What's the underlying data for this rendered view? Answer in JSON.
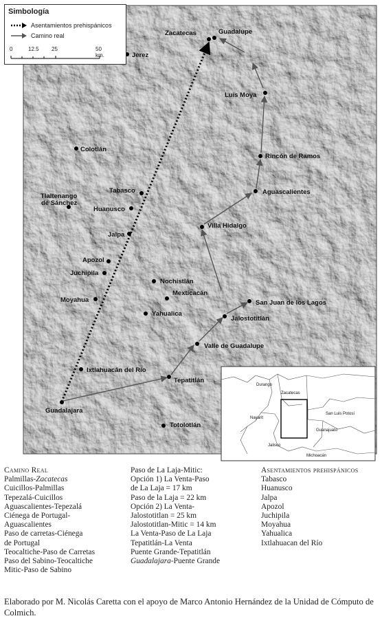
{
  "legend": {
    "title": "Simbología",
    "settlements_label": "Asentamientos prehispánicos",
    "road_label": "Camino real",
    "scale_ticks": [
      "0",
      "12.5",
      "25",
      "50 km."
    ]
  },
  "places": {
    "zacatecas": "Zacatecas",
    "guadalupe": "Guadalupe",
    "jerez": "Jerez",
    "luis_moya": "Luis Moya",
    "colotlan": "Colotlán",
    "rincon": "Rincón de Ramos",
    "tlaltenango_1": "Tlaltenango",
    "tlaltenango_2": "de Sánchez",
    "tabasco": "Tabasco",
    "aguascalientes": "Aguascalientes",
    "huanusco": "Huanusco",
    "villa_hidalgo": "Villa Hidalgo",
    "jalpa": "Jalpa",
    "apozol": "Apozol",
    "juchipila": "Juchipila",
    "nochistlan": "Nochistlán",
    "mexticacan": "Mexticacán",
    "moyahua": "Moyahua",
    "san_juan": "San Juan de los Lagos",
    "yahualica": "Yahualica",
    "jalostotitlan": "Jalostotitlán",
    "valle": "Valle de Guadalupe",
    "ixtlahuacan": "Ixtlahuacán del Río",
    "tepatitlan": "Tepatitlán",
    "guadalajara": "Guadalajara",
    "totolotlan": "Totolotlán"
  },
  "inset": {
    "durango": "Durango",
    "zacatecas": "Zacatecas",
    "nayarit": "Nayarit",
    "san_luis": "San Luis Potosí",
    "guanajuato": "Guanajuato",
    "jalisco": "Jalisco",
    "michoacan": "Michoacán"
  },
  "captions": {
    "col1": {
      "title": "Camino Real",
      "items": [
        "Palmillas-",
        "Cuicillos-Palmillas",
        "Tepezalá-Cuicillos",
        "Aguascalientes-Tepezalá",
        "Ciénega de Portugal-",
        "Aguascalientes",
        "Paso de carretas-Ciénega",
        "de Portugal",
        "Teocaltiche-Paso de Carretas",
        "Paso del Sabino-Teocaltiche",
        "Mitic-Paso de Sabino"
      ],
      "italic_zac": "Zacatecas"
    },
    "col2": {
      "lines": [
        "Paso de La Laja-Mitic:",
        "Opción 1) La Venta-Paso",
        "de La Laja = 17 km",
        "Paso de la Laja = 22 km",
        "Opción 2) La Venta-",
        "Jalostotitlan = 25 km",
        "Jalostotitlan-Mitic = 14 km",
        "La Venta-Paso de La Laja",
        "Tepatitlán-La Venta",
        "Puente Grande-Tepatitlán"
      ],
      "last_italic": "Guadalajara",
      "last_rest": "-Puente Grande"
    },
    "col3": {
      "title": "Asentamientos prehispánicos",
      "items": [
        "Tabasco",
        "Huanusco",
        "Jalpa",
        "Apozol",
        "Juchipila",
        "Moyahua",
        "Yahualica",
        "Ixtlahuacan del Río"
      ]
    }
  },
  "footer": "Elaborado por M. Nicolás Caretta con el apoyo de Marco Antonio Hernández de la Unidad de Cómputo de Colmich.",
  "colors": {
    "road": "#555555",
    "terrain_light": "#c8c8c8",
    "terrain_dark": "#6e6e6e",
    "dots": "#000000"
  }
}
